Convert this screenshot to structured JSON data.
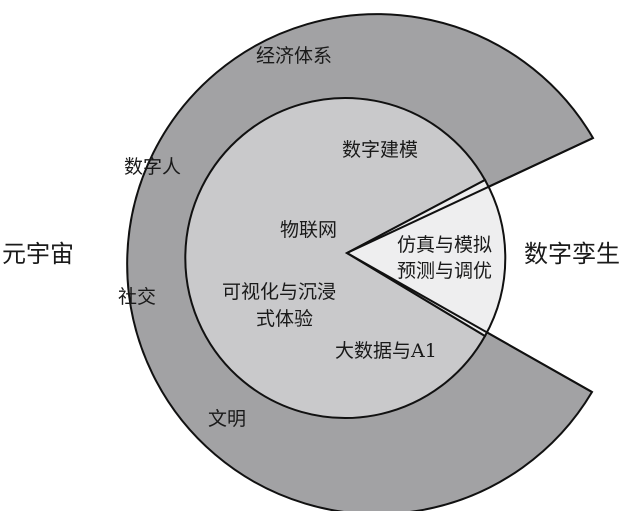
{
  "diagram": {
    "colors": {
      "outer_ring": "#a2a2a4",
      "inner_circle": "#c9c9cb",
      "wedge": "#eeeeef",
      "stroke": "#111111",
      "background": "#ffffff"
    },
    "outer_label": "元宇宙",
    "side_label": "数字孪生",
    "outer_ring_labels": [
      "经济体系",
      "数字人",
      "社交",
      "文明"
    ],
    "inner_circle_labels": {
      "modeling": "数字建模",
      "iot": "物联网",
      "visual_line1": "可视化与沉浸",
      "visual_line2": "式体验",
      "bigdata": "大数据与A1"
    },
    "wedge_labels": [
      "仿真与模拟",
      "预测与调优"
    ]
  }
}
